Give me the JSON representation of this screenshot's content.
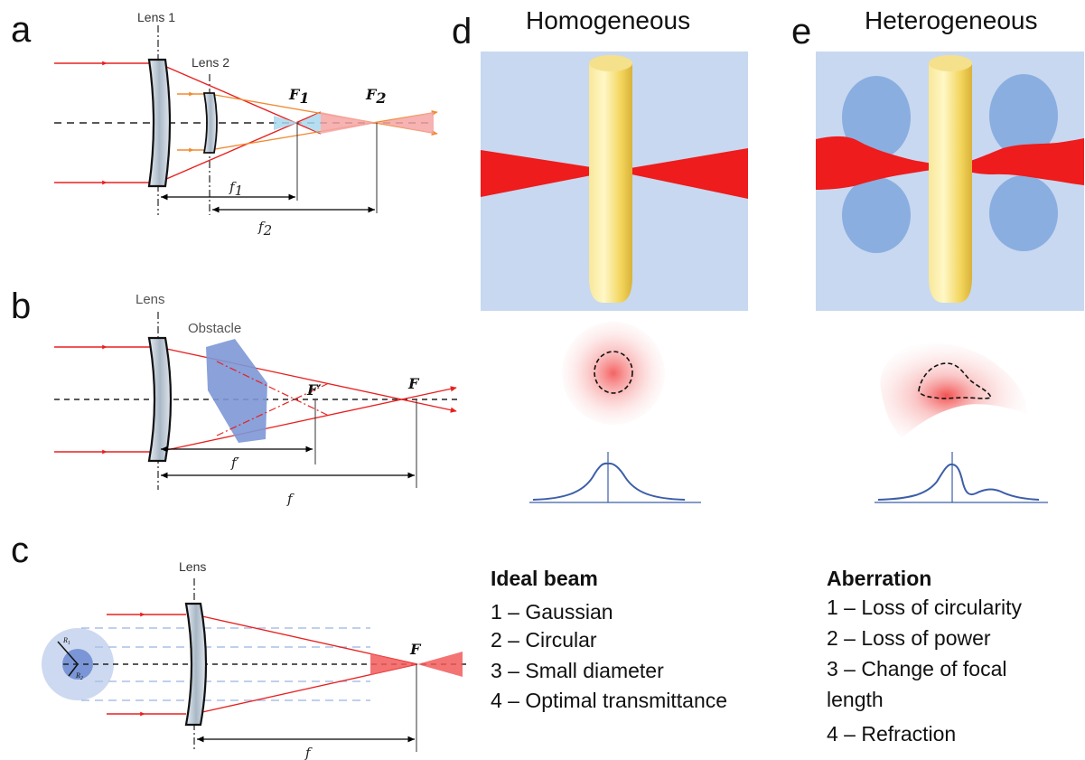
{
  "panels": {
    "a": {
      "letter": "a",
      "lens1_label": "Lens 1",
      "lens2_label": "Lens 2",
      "focus1_label": "F",
      "focus1_sub": "1",
      "focus2_label": "F",
      "focus2_sub": "2",
      "dist1_label": "f",
      "dist1_sub": "1",
      "dist2_label": "f",
      "dist2_sub": "2"
    },
    "b": {
      "letter": "b",
      "lens_label": "Lens",
      "obstacle_label": "Obstacle",
      "focus_prime_label": "F′",
      "focus_label": "F",
      "dist_prime_label": "f′",
      "dist_label": "f"
    },
    "c": {
      "letter": "c",
      "lens_label": "Lens",
      "focus_label": "F",
      "dist_label": "f",
      "r1_label": "R",
      "r1_sub": "1",
      "r2_label": "R",
      "r2_sub": "2"
    },
    "d": {
      "letter": "d",
      "title": "Homogeneous",
      "list_heading": "Ideal beam",
      "list_items": [
        "1 – Gaussian",
        "2 – Circular",
        "3 – Small diameter",
        "4 – Optimal transmittance"
      ]
    },
    "e": {
      "letter": "e",
      "title": "Heterogeneous",
      "list_heading": "Aberration",
      "list_items": [
        "1 – Loss of circularity",
        "2 – Loss of power",
        "3 – Change of focal",
        "length",
        "4 – Refraction"
      ]
    }
  },
  "colors": {
    "beam_red": "#e82020",
    "orange_ray": "#f08a30",
    "medium_blue": "#c8d8f0",
    "inclusion_blue": "#8aaee0",
    "fiber_yellow": "#f7e27a",
    "profile_blue": "#3c5ea8",
    "lens_fill": "#bfcad6"
  }
}
